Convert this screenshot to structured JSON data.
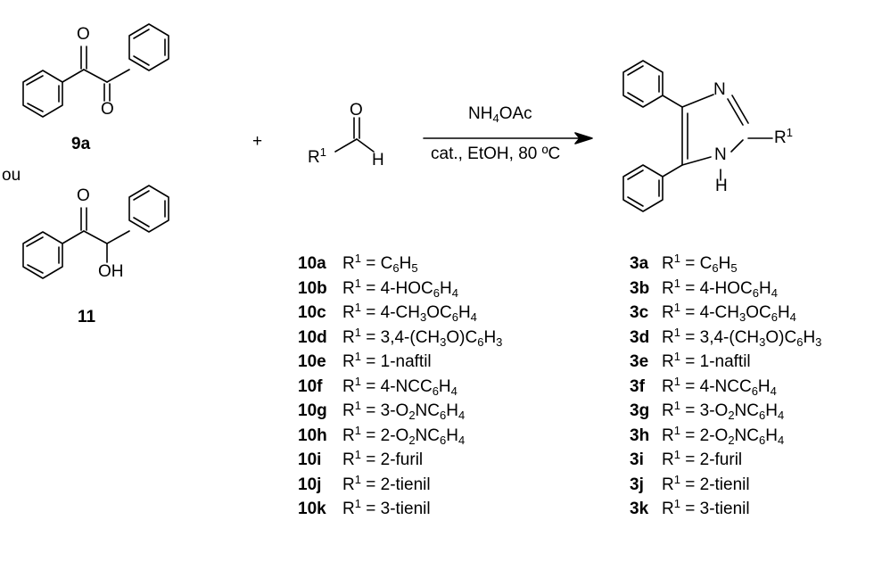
{
  "left": {
    "benzil_code": "9a",
    "or_word": "ou",
    "benzoin_code": "11",
    "benzoin_oh": "OH",
    "o_label": "O"
  },
  "plus": "+",
  "aldehyde": {
    "o_label": "O",
    "h_label": "H",
    "r_label": "R"
  },
  "conditions": {
    "above_main": "NH",
    "above_sub": "4",
    "above_tail": "OAc",
    "below": "cat., EtOH, 80 ºC"
  },
  "product": {
    "n_label": "N",
    "nh_label": "N",
    "h_label": "H",
    "r_label": "R"
  },
  "superscript_one": "1",
  "reactants": [
    {
      "code": "10a",
      "value": "C6H5"
    },
    {
      "code": "10b",
      "value": "4-HOC6H4"
    },
    {
      "code": "10c",
      "value": "4-CH3OC6H4"
    },
    {
      "code": "10d",
      "value": "3,4-(CH3O)C6H3"
    },
    {
      "code": "10e",
      "value": "1-naftil"
    },
    {
      "code": "10f",
      "value": "4-NCC6H4"
    },
    {
      "code": "10g",
      "value": "3-O2NC6H4"
    },
    {
      "code": "10h",
      "value": "2-O2NC6H4"
    },
    {
      "code": "10i",
      "value": "2-furil"
    },
    {
      "code": "10j",
      "value": "2-tienil"
    },
    {
      "code": "10k",
      "value": "3-tienil"
    }
  ],
  "products": [
    {
      "code": "3a",
      "value": "C6H5"
    },
    {
      "code": "3b",
      "value": "4-HOC6H4"
    },
    {
      "code": "3c",
      "value": "4-CH3OC6H4"
    },
    {
      "code": "3d",
      "value": "3,4-(CH3O)C6H3"
    },
    {
      "code": "3e",
      "value": "1-naftil"
    },
    {
      "code": "3f",
      "value": "4-NCC6H4"
    },
    {
      "code": "3g",
      "value": "3-O2NC6H4"
    },
    {
      "code": "3h",
      "value": "2-O2NC6H4"
    },
    {
      "code": "3i",
      "value": "2-furil"
    },
    {
      "code": "3j",
      "value": "2-tienil"
    },
    {
      "code": "3k",
      "value": "3-tienil"
    }
  ]
}
